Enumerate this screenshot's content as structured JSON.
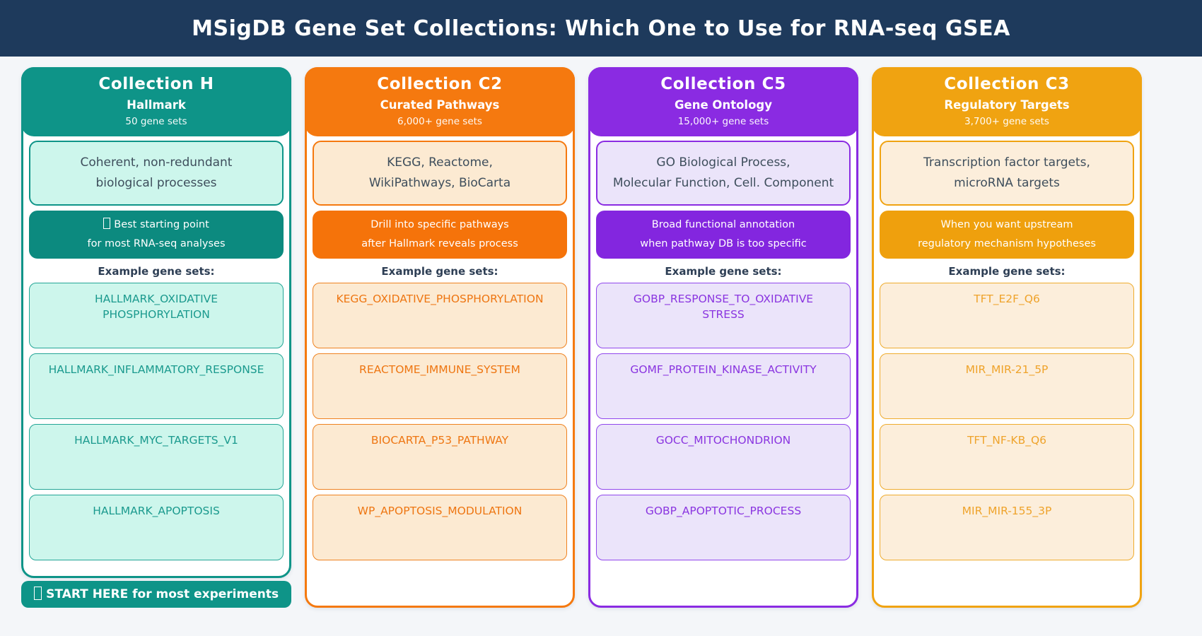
{
  "title": "MSigDB Gene Set Collections: Which One to Use for RNA-seq GSEA",
  "example_label": "Example gene sets:",
  "footer": {
    "label": "START HERE for most experiments",
    "icon": "missing-glyph-box"
  },
  "highlight_icon": "missing-glyph-box",
  "columns": [
    {
      "title": "Collection H",
      "subtitle": "Hallmark",
      "count": "50 gene sets",
      "description": "Coherent, non-redundant\nbiological processes",
      "highlight": "Best starting point\nfor most RNA-seq analyses",
      "has_highlight_icon": true,
      "gene_sets": [
        "HALLMARK_OXIDATIVE\nPHOSPHORYLATION",
        "HALLMARK_INFLAMMATORY_RESPONSE",
        "HALLMARK_MYC_TARGETS_V1",
        "HALLMARK_APOPTOSIS"
      ],
      "colors": {
        "accent": "#0e9488",
        "accent2": "#0c8a7f",
        "light": "#cdf6ec",
        "border": "#23a596",
        "genetext": "#1b9a8e"
      }
    },
    {
      "title": "Collection C2",
      "subtitle": "Curated Pathways",
      "count": "6,000+ gene sets",
      "description": "KEGG, Reactome,\nWikiPathways, BioCarta",
      "highlight": "Drill into specific pathways\nafter Hallmark reveals process",
      "has_highlight_icon": false,
      "gene_sets": [
        "KEGG_OXIDATIVE_PHOSPHORYLATION",
        "REACTOME_IMMUNE_SYSTEM",
        "BIOCARTA_P53_PATHWAY",
        "WP_APOPTOSIS_MODULATION"
      ],
      "colors": {
        "accent": "#f5790f",
        "accent2": "#f5730a",
        "light": "#fcead2",
        "border": "#ef8220",
        "genetext": "#ee7612"
      }
    },
    {
      "title": "Collection C5",
      "subtitle": "Gene Ontology",
      "count": "15,000+ gene sets",
      "description": "GO Biological Process,\nMolecular Function, Cell. Component",
      "highlight": "Broad functional annotation\nwhen pathway DB is too specific",
      "has_highlight_icon": false,
      "gene_sets": [
        "GOBP_RESPONSE_TO_OXIDATIVE\nSTRESS",
        "GOMF_PROTEIN_KINASE_ACTIVITY",
        "GOCC_MITOCHONDRION",
        "GOBP_APOPTOTIC_PROCESS"
      ],
      "colors": {
        "accent": "#8a2be2",
        "accent2": "#8326df",
        "light": "#ebe4fa",
        "border": "#9147ed",
        "genetext": "#8a35e0"
      }
    },
    {
      "title": "Collection C3",
      "subtitle": "Regulatory Targets",
      "count": "3,700+ gene sets",
      "description": "Transcription factor targets,\nmicroRNA targets",
      "highlight": "When you want upstream\nregulatory mechanism hypotheses",
      "has_highlight_icon": false,
      "gene_sets": [
        "TFT_E2F_Q6",
        "MIR_MIR-21_5P",
        "TFT_NF-KB_Q6",
        "MIR_MIR-155_3P"
      ],
      "colors": {
        "accent": "#f0a311",
        "accent2": "#efa00d",
        "light": "#fceedb",
        "border": "#efac2e",
        "genetext": "#efa32b"
      }
    }
  ]
}
